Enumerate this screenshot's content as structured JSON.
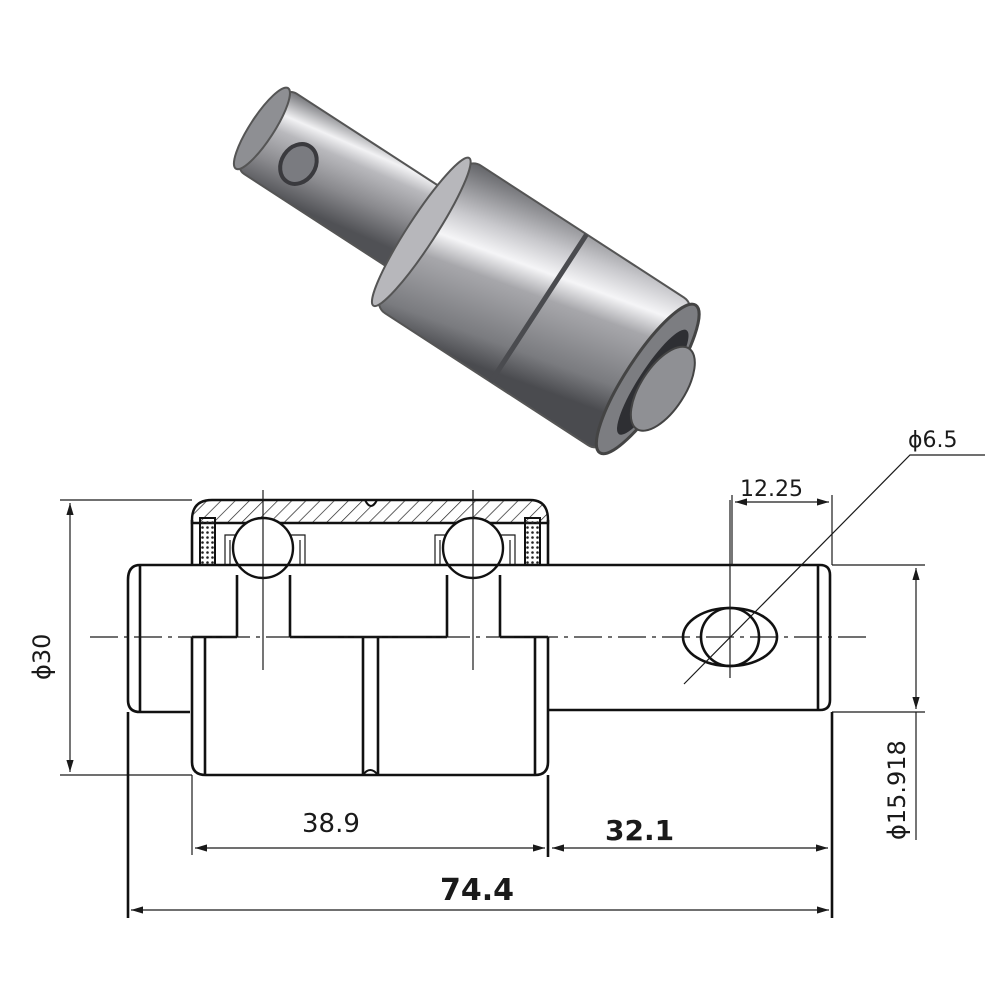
{
  "figure": {
    "type": "technical-drawing",
    "subject": "bearing shaft assembly with photo"
  },
  "photo": {
    "alt": "bearing shaft photo",
    "colors": {
      "metal_light": "#d9d9dc",
      "metal_mid": "#9a9a9e",
      "metal_dark": "#55565a",
      "highlight": "#f4f4f6"
    }
  },
  "dimensions": {
    "hole_diameter": "ϕ6.5",
    "hole_offset": "12.25",
    "outer_diameter": "ϕ30",
    "shaft_diameter": "ϕ15.918",
    "bearing_length": "38.9",
    "shaft_length": "32.1",
    "total_length": "74.4"
  },
  "colors": {
    "line": "#111111",
    "background": "#ffffff"
  }
}
